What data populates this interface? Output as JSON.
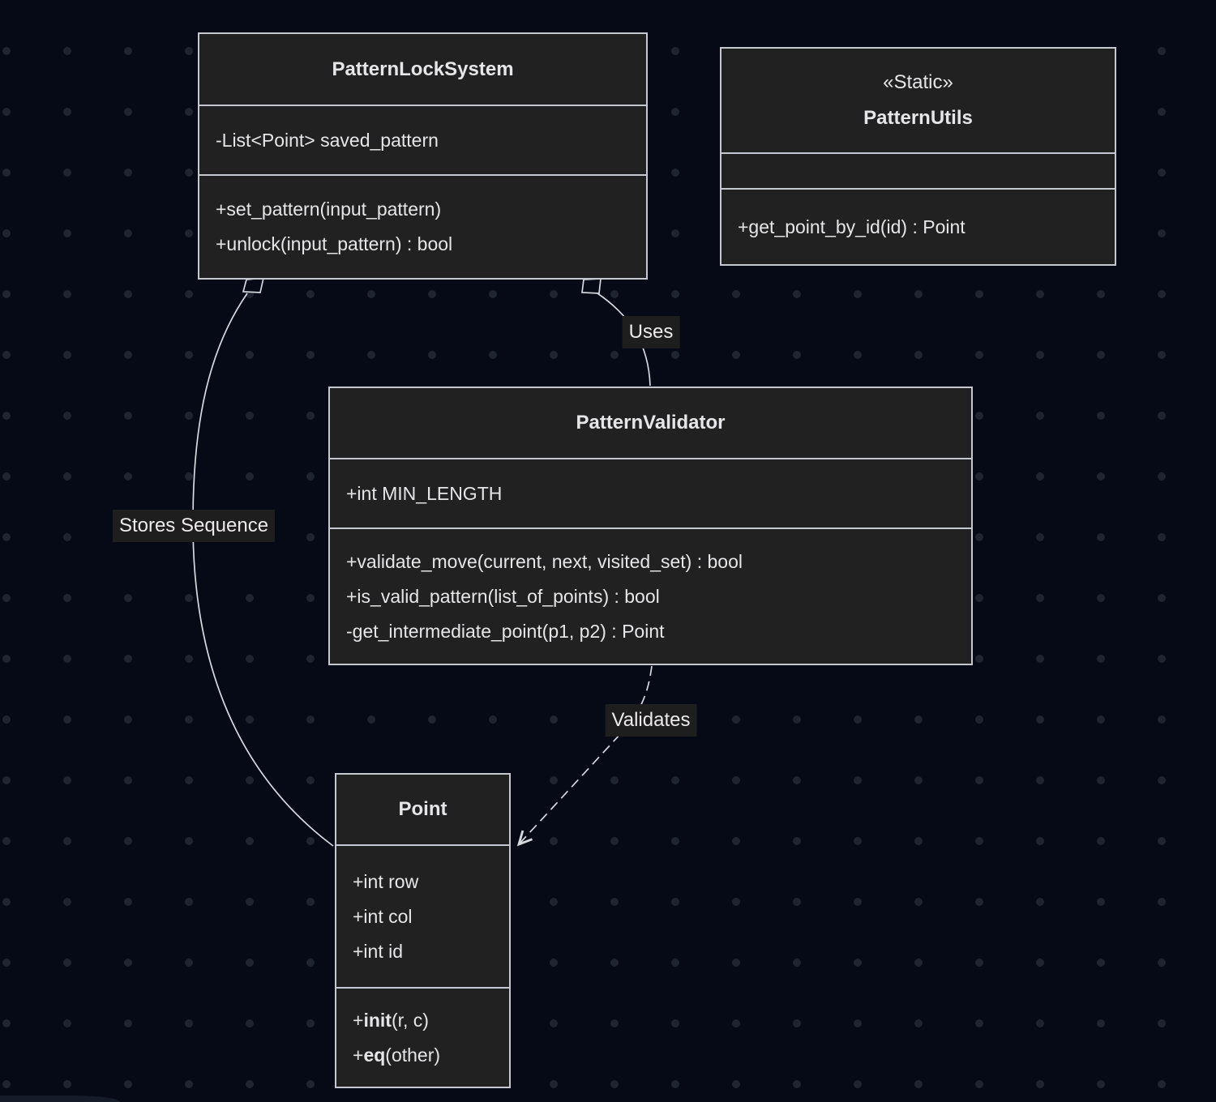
{
  "theme": {
    "background": "#060a17",
    "grid_dot": "#1e2430",
    "box_fill": "#212121",
    "box_border": "#c6c8cf",
    "line_color": "#d6d9de",
    "text_color": "#e6e6e8",
    "edge_label_bg": "#1e1e1e"
  },
  "diagram_type": "uml-class-diagram",
  "classes": {
    "lock": {
      "name": "PatternLockSystem",
      "attributes": [
        "-List<Point> saved_pattern"
      ],
      "methods": [
        "+set_pattern(input_pattern)",
        "+unlock(input_pattern) : bool"
      ]
    },
    "utils": {
      "stereotype": "«Static»",
      "name": "PatternUtils",
      "attributes": [],
      "methods": [
        "+get_point_by_id(id) : Point"
      ]
    },
    "validator": {
      "name": "PatternValidator",
      "attributes": [
        "+int MIN_LENGTH"
      ],
      "methods": [
        "+validate_move(current, next, visited_set) : bool",
        "+is_valid_pattern(list_of_points) : bool",
        "-get_intermediate_point(p1, p2) : Point"
      ]
    },
    "point": {
      "name": "Point",
      "attributes": [
        "+int row",
        "+int col",
        "+int id"
      ],
      "methods_rich": [
        {
          "pre": "+",
          "name": "init",
          "post": "(r, c)"
        },
        {
          "pre": "+",
          "name": "eq",
          "post": "(other)"
        }
      ]
    }
  },
  "relations": {
    "uses": {
      "label": "Uses",
      "from": "PatternLockSystem",
      "to": "PatternValidator",
      "kind": "aggregation"
    },
    "stores": {
      "label": "Stores Sequence",
      "from": "PatternLockSystem",
      "to": "Point",
      "kind": "aggregation"
    },
    "validates": {
      "label": "Validates",
      "from": "PatternValidator",
      "to": "Point",
      "kind": "dependency-dashed"
    }
  }
}
